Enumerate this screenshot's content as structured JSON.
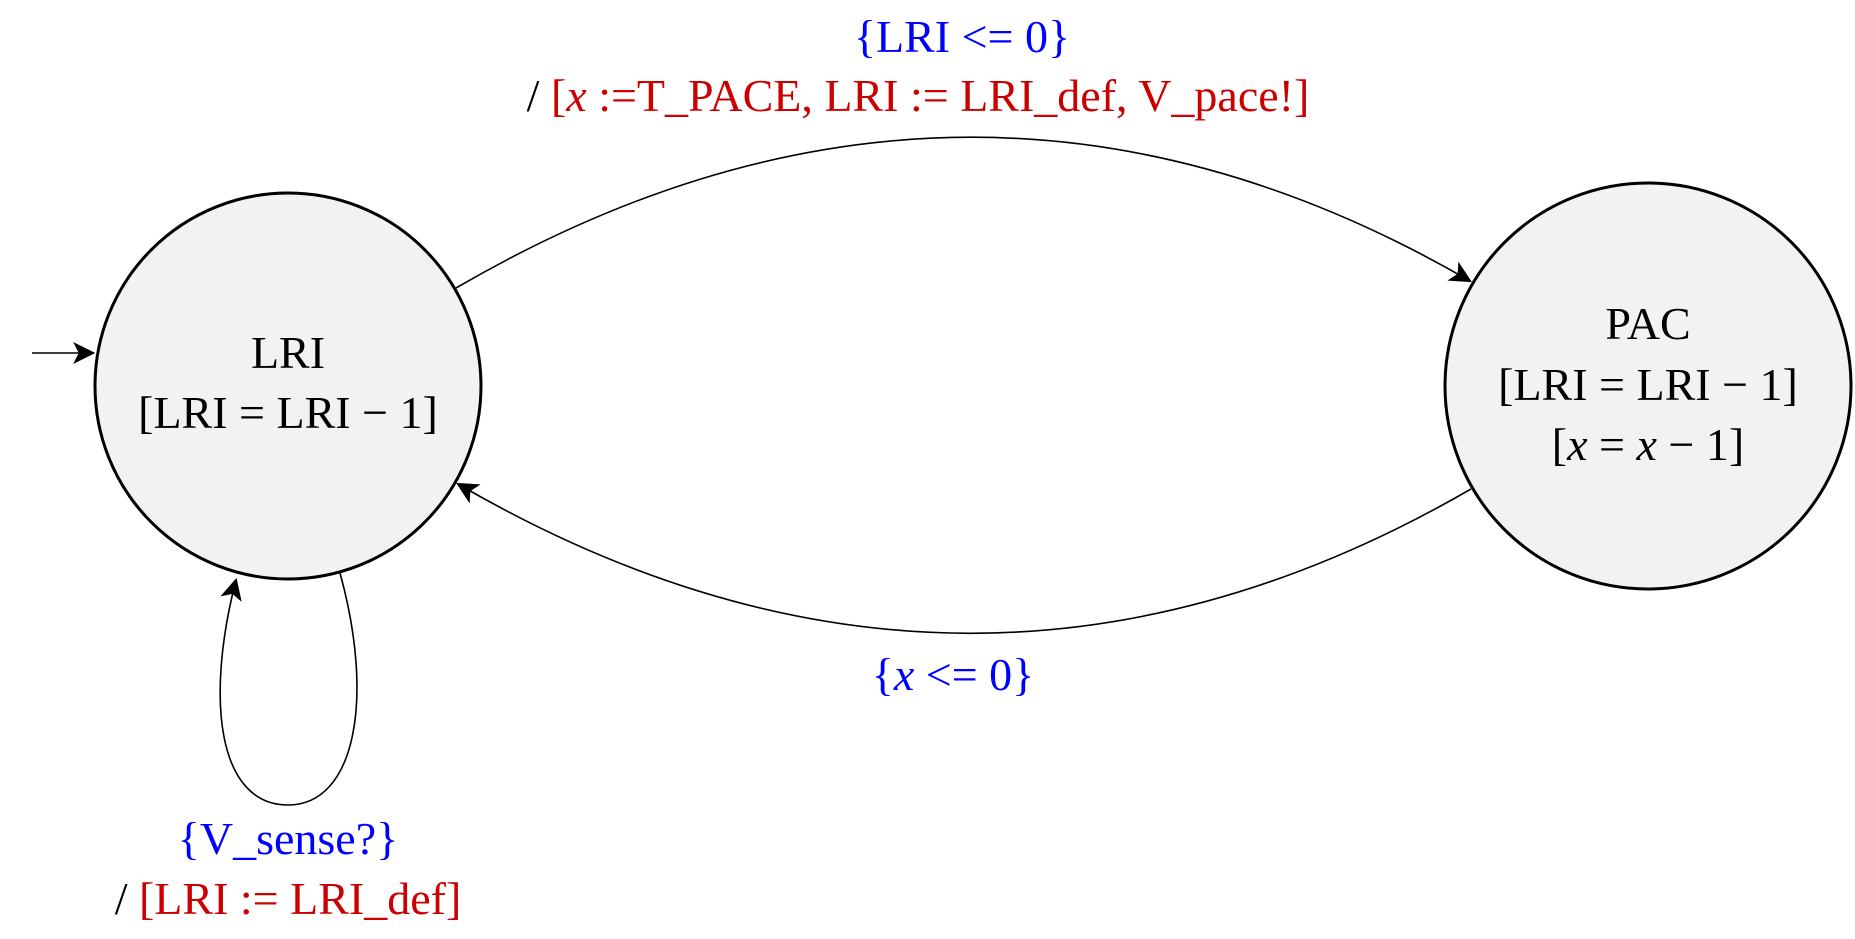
{
  "diagram": {
    "states": {
      "lri": {
        "name": "LRI",
        "update": "[LRI = LRI − 1]"
      },
      "pac": {
        "name": "PAC",
        "update1": "[LRI = LRI − 1]",
        "update2_open": "[",
        "update2_x1": "x",
        "update2_mid": " = ",
        "update2_x2": "x",
        "update2_close": " − 1]"
      }
    },
    "edges": {
      "lri_to_pac": {
        "guard": "{LRI <= 0}",
        "slash": "/",
        "action_open": "[",
        "action_var": "x",
        "action_rest": " :=T_PACE, LRI := LRI_def, V_pace!]"
      },
      "pac_to_lri": {
        "guard_open": "{",
        "guard_var": "x",
        "guard_rest": " <= 0}"
      },
      "lri_self_loop": {
        "guard": "{V_sense?}",
        "slash": "/",
        "action": "[LRI := LRI_def]"
      }
    },
    "colors": {
      "guard": "#0000ff",
      "action": "#cc0000",
      "text": "#000000",
      "state_fill": "#f2f2f2"
    }
  }
}
